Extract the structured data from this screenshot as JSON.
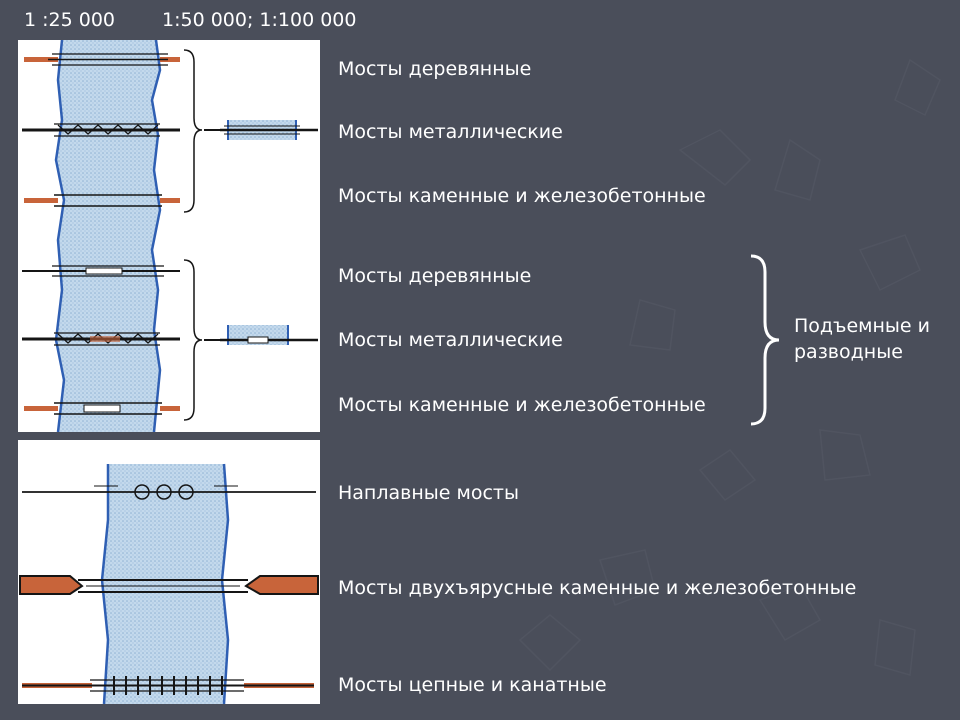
{
  "header": {
    "scale_large": "1 :25 000",
    "scale_small": "1:50 000; 1:100 000"
  },
  "labels": {
    "row1": "Мосты деревянные",
    "row2": "Мосты металлические",
    "row3": "Мосты каменные и железобетонные",
    "row4": "Мосты деревянные",
    "row5": "Мосты металлические",
    "row6": "Мосты каменные и железобетонные",
    "row7": "Наплавные мосты",
    "row8": "Мосты двухъярусные каменные и железобетонные",
    "row9": "Мосты цепные и канатные"
  },
  "group": {
    "line1": "Подъемные и",
    "line2": "разводные"
  },
  "colors": {
    "background": "#4a4e5a",
    "river_fill": "#b9d3e8",
    "river_bank": "#2f5fb3",
    "road_orange": "#c8643a",
    "road_black": "#151515"
  }
}
